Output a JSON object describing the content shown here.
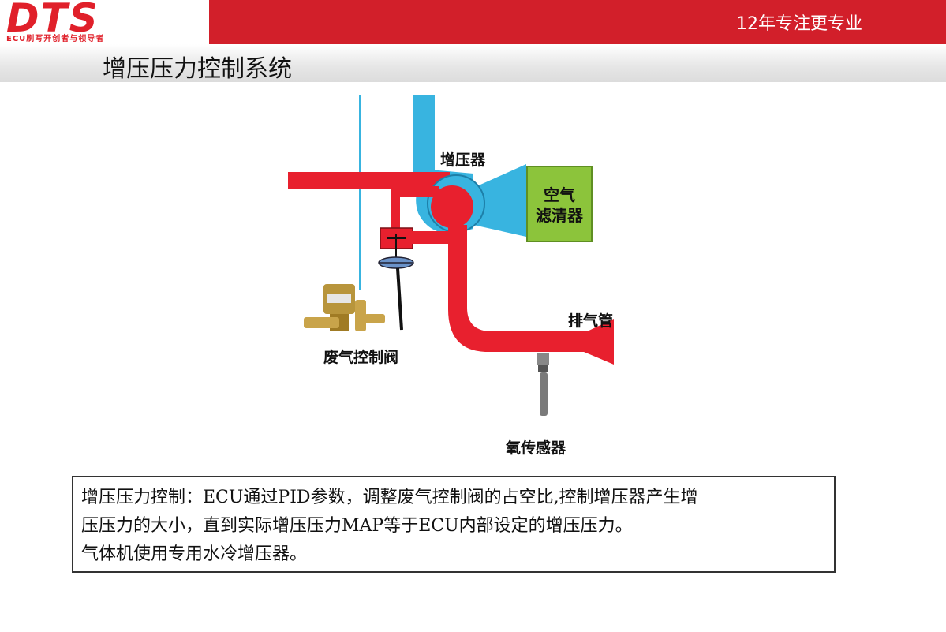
{
  "header": {
    "logo": "DTS",
    "logo_sub": "ECU刷写开创者与领导者",
    "slogan": "12年专注更专业",
    "colors": {
      "brand_red": "#d21f2a"
    }
  },
  "page_title": "增压压力控制系统",
  "diagram": {
    "labels": {
      "turbo": "增压器",
      "air_filter_line1": "空气",
      "air_filter_line2": "滤清器",
      "wastegate": "废气控制阀",
      "exhaust": "排气管",
      "o2_sensor": "氧传感器"
    },
    "colors": {
      "exhaust_pipe": "#e8202e",
      "intake_pipe": "#38b4e0",
      "filter": "#8cc43b"
    }
  },
  "description": {
    "line1": "增压压力控制：ECU通过PID参数，调整废气控制阀的占空比,控制增压器产生增",
    "line2": "压压力的大小，直到实际增压压力MAP等于ECU内部设定的增压压力。",
    "line3": "气体机使用专用水冷增压器。"
  }
}
